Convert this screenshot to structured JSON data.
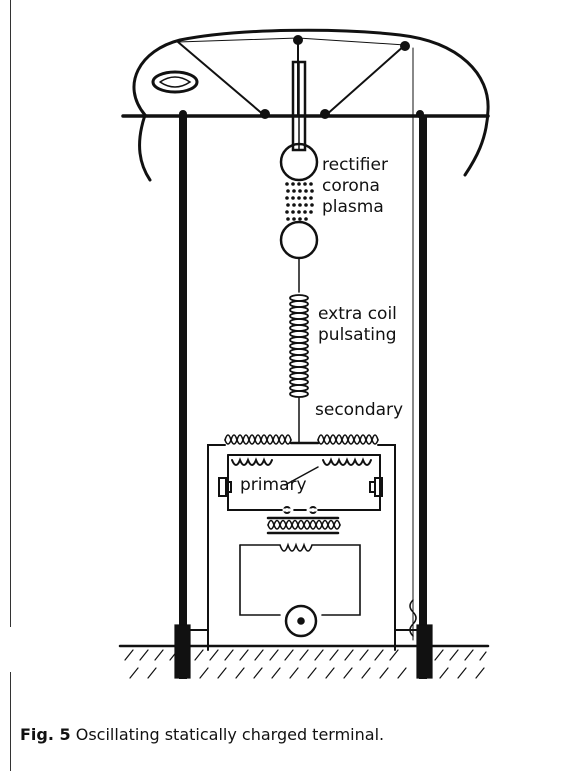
{
  "figure": {
    "labels": {
      "rectifier": "rectifier",
      "corona": "corona",
      "plasma": "plasma",
      "extra_coil": "extra coil",
      "pulsating": "pulsating",
      "secondary": "secondary",
      "primary": "primary"
    },
    "caption": {
      "number": "Fig. 5",
      "text": "Oscillating statically charged terminal."
    }
  },
  "colors": {
    "ink": "#111111",
    "paper": "#ffffff"
  }
}
